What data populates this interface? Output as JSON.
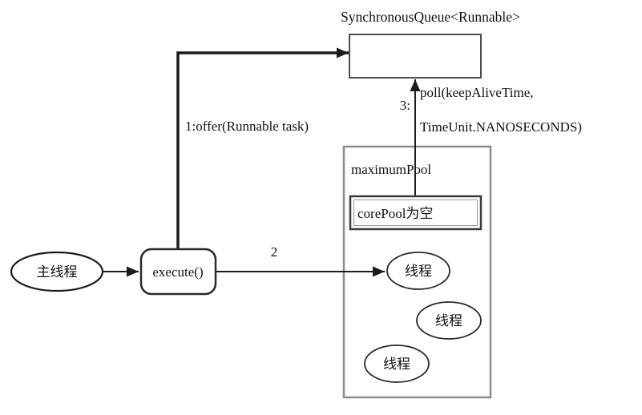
{
  "diagram": {
    "title": "SynchronousQueue<Runnable>",
    "main_thread": "主线程",
    "execute": "execute()",
    "maximum_pool_label": "maximumPool",
    "core_pool_label": "corePool为空",
    "threads": [
      "线程",
      "线程",
      "线程"
    ],
    "offer_label": "1:offer(Runnable task)",
    "step2_label": "2",
    "step3_label": "3:",
    "poll_line1": "poll(keepAliveTime,",
    "poll_line2": "TimeUnit.NANOSECONDS)"
  },
  "colors": {
    "line": "#1c1c1c",
    "pool_border": "#8c8c8c",
    "queue_border": "#4d4d4d",
    "core_border": "#3c3c3c",
    "node_border": "#2a2a2a"
  }
}
